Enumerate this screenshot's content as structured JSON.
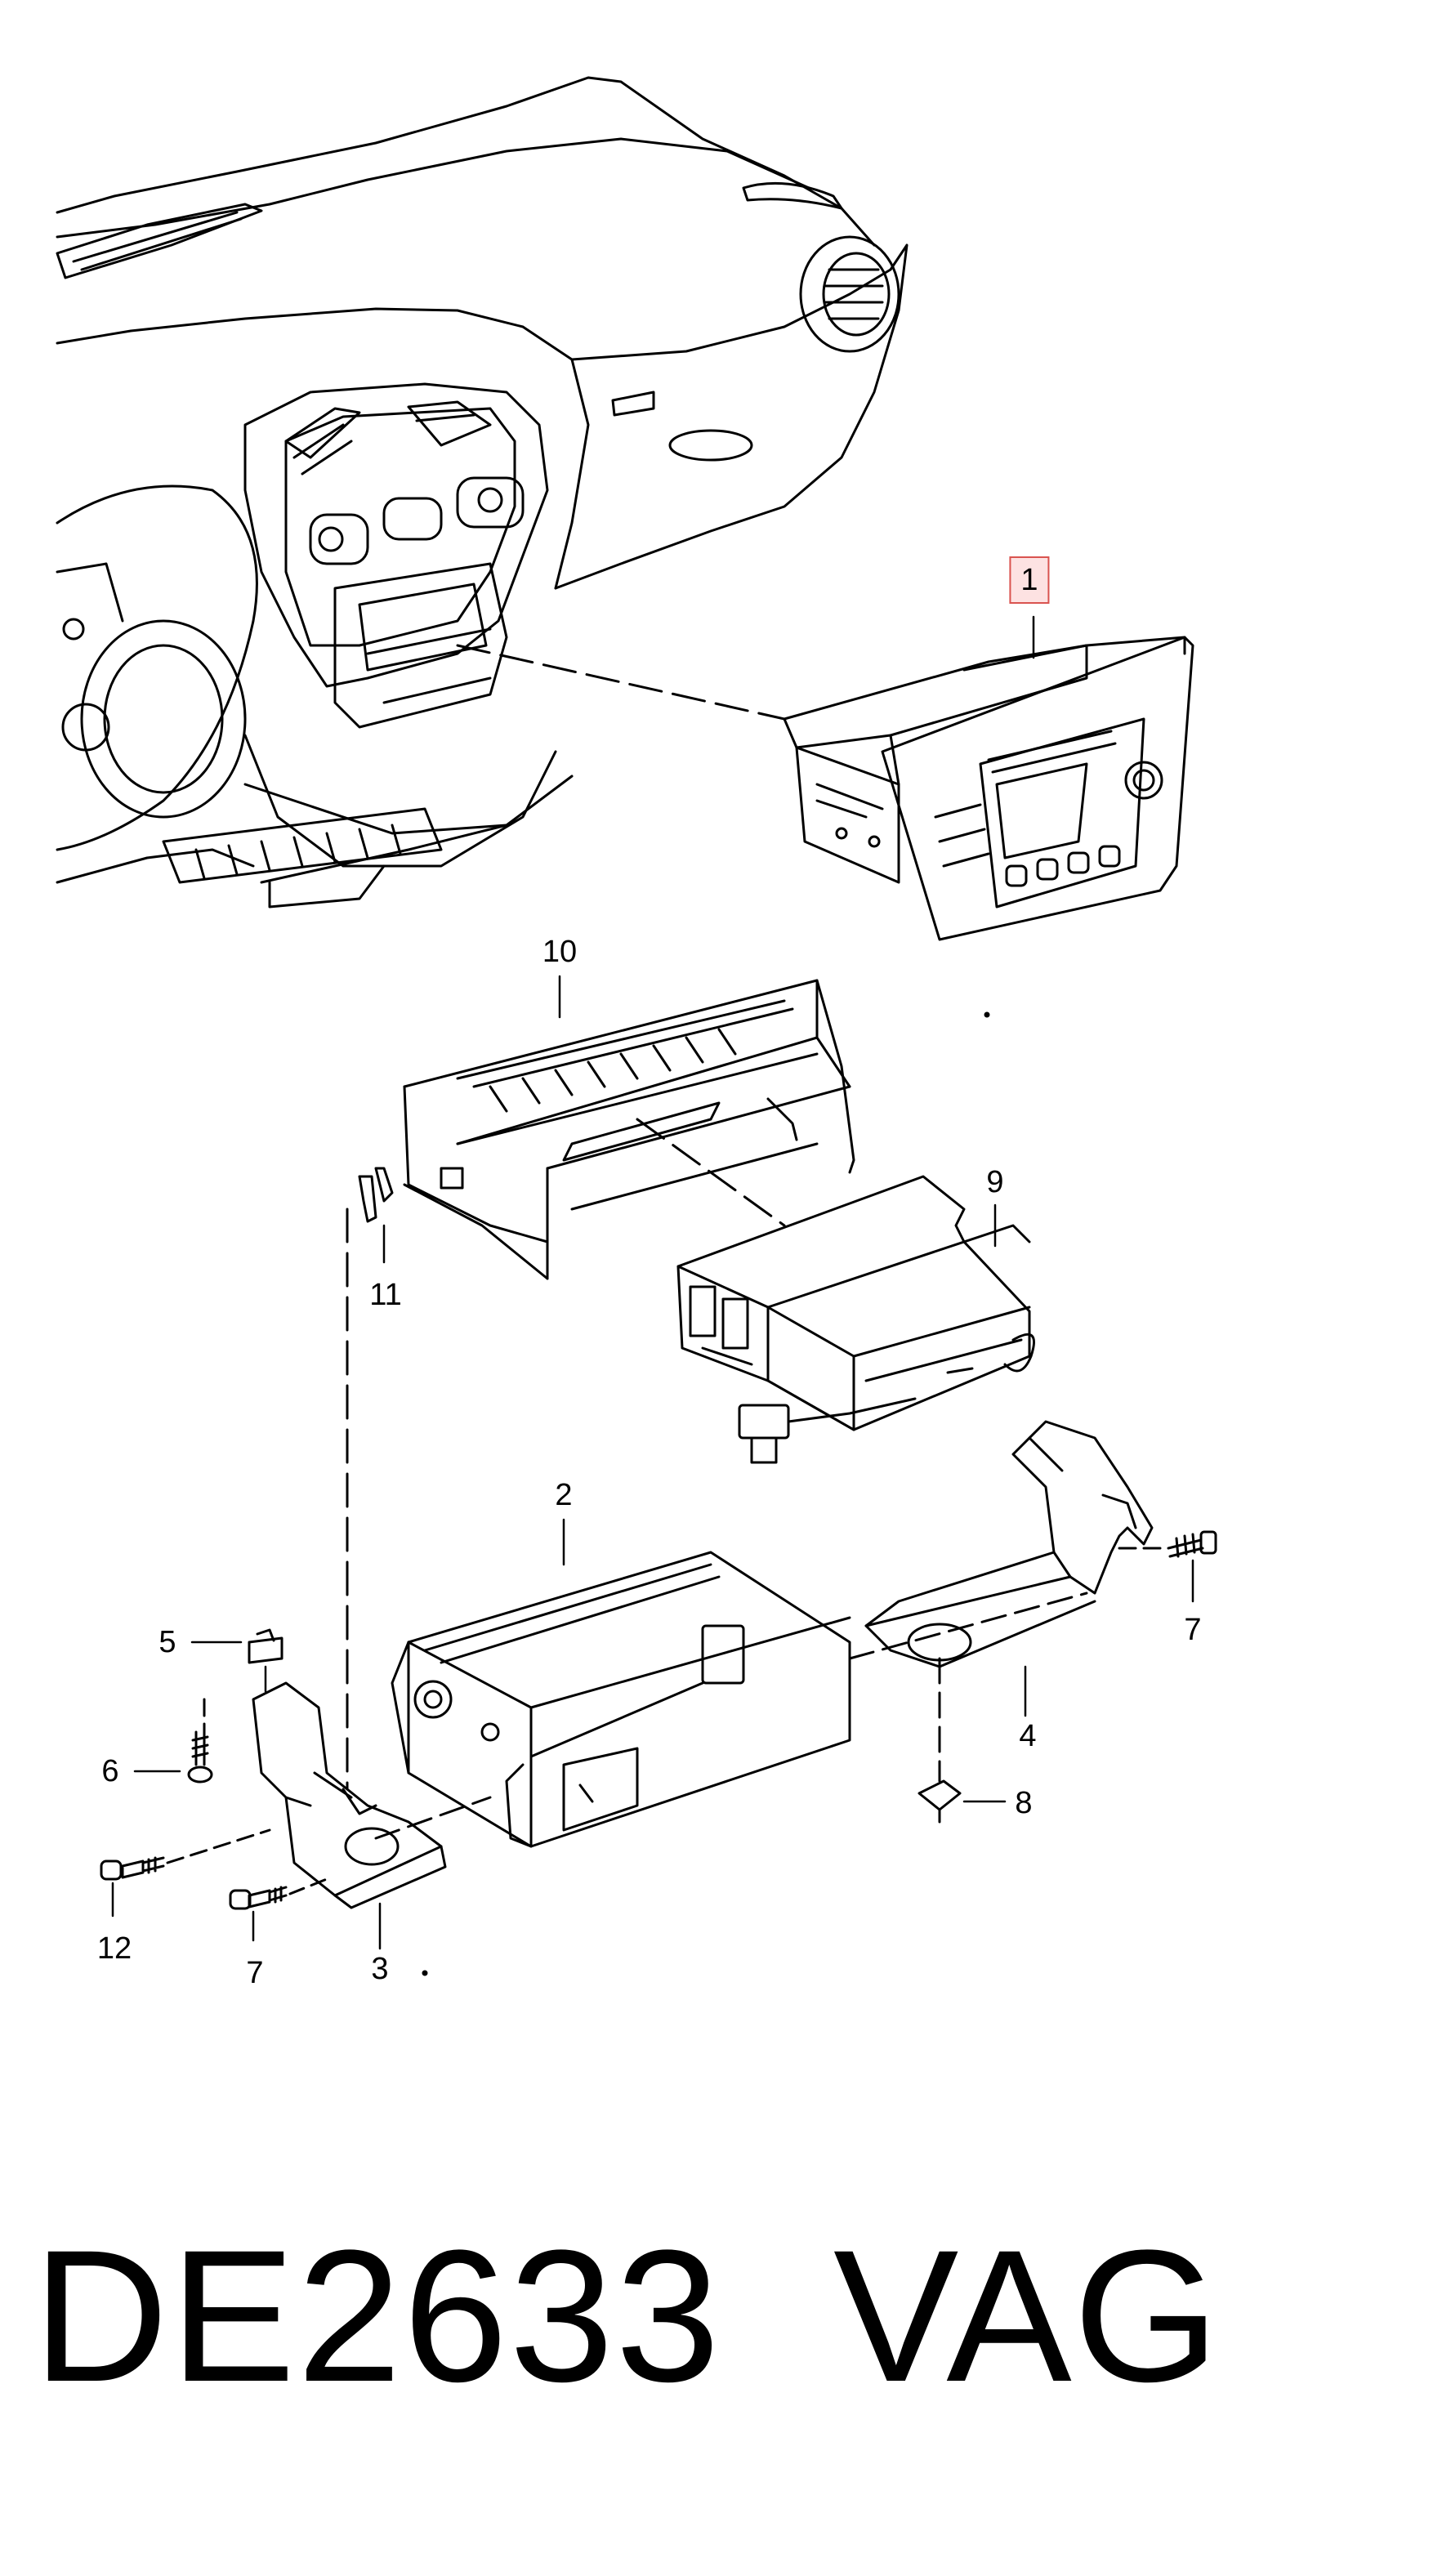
{
  "diagram": {
    "callouts": [
      {
        "id": "c1",
        "label": "1"
      },
      {
        "id": "c10",
        "label": "10"
      },
      {
        "id": "c9",
        "label": "9"
      },
      {
        "id": "c11",
        "label": "11"
      },
      {
        "id": "c2",
        "label": "2"
      },
      {
        "id": "c5",
        "label": "5"
      },
      {
        "id": "c6",
        "label": "6"
      },
      {
        "id": "c12",
        "label": "12"
      },
      {
        "id": "c7a",
        "label": "7"
      },
      {
        "id": "c3",
        "label": "3"
      },
      {
        "id": "c7b",
        "label": "7"
      },
      {
        "id": "c4",
        "label": "4"
      },
      {
        "id": "c8",
        "label": "8"
      }
    ]
  },
  "footer": {
    "part_number": "DE2633",
    "brand": "VAG"
  }
}
